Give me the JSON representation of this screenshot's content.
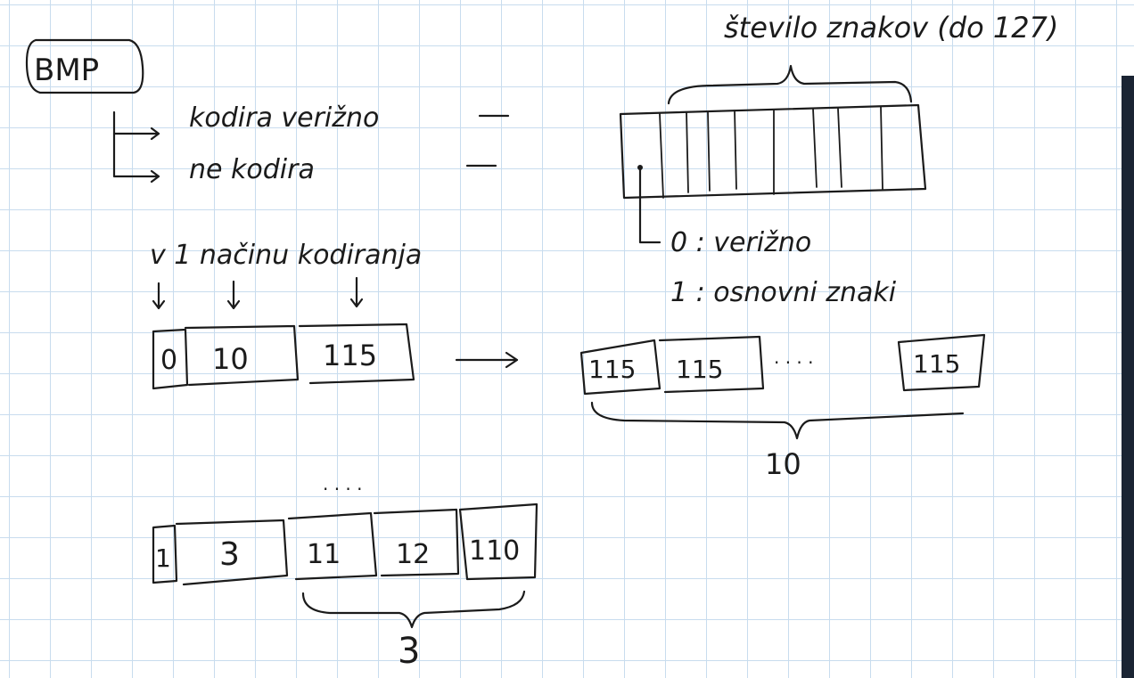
{
  "note": {
    "title": "BMP",
    "branch_labels": [
      "kodira verižno",
      "ne kodira"
    ],
    "mode_label": "v 1 načinu kodiranja",
    "example_encoded": [
      "0",
      "10",
      "115"
    ],
    "example_expanded": [
      "115",
      "115",
      "115"
    ],
    "example_expanded_count": "10",
    "example_raw": [
      "1",
      "3",
      "11",
      "12",
      "110"
    ],
    "example_raw_count": "3",
    "header_label": "število znakov (do 127)",
    "bit_meaning_0": "0 : verižno",
    "bit_meaning_1": "1 : osnovni znaki",
    "ellipsis": "· · · ·"
  },
  "colors": {
    "ink": "#1b1b1b",
    "grid": "#c8dcee",
    "edge": "#1a2433"
  }
}
